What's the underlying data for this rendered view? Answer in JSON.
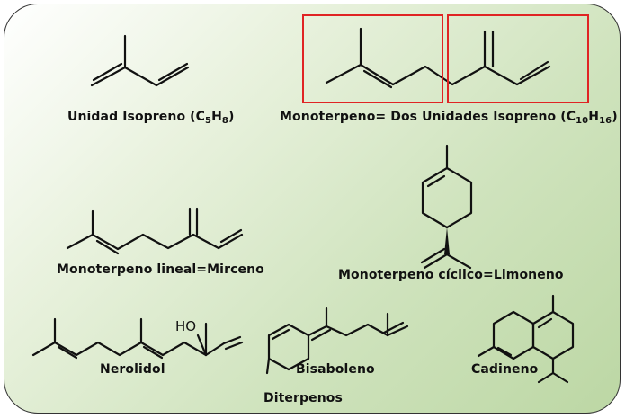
{
  "labels": {
    "isoprene": "Unidad Isopreno (C5H8)",
    "monoterpene": "Monoterpeno= Dos Unidades Isopreno (C10H16)",
    "myrcene": "Monoterpeno lineal=Mirceno",
    "limonene": "Monoterpeno cíclico=Limoneno",
    "nerolidol": "Nerolidol",
    "bisabolene": "Bisaboleno",
    "cadinene": "Cadineno",
    "diterpenes": "Diterpenos",
    "hydroxyl": "HO"
  },
  "colors": {
    "highlight_box": "#e02424",
    "background_light": "#e9f2de",
    "background_dark": "#bcd7a4"
  }
}
